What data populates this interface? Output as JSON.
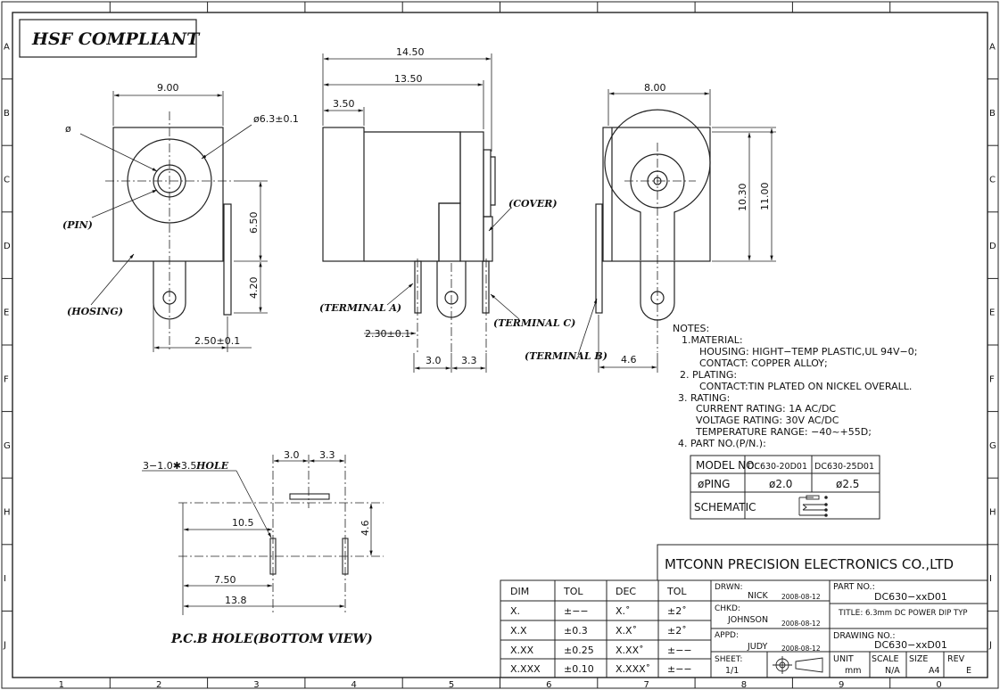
{
  "badge": "HSF COMPLIANT",
  "border": {
    "rows": [
      "A",
      "B",
      "C",
      "D",
      "E",
      "F",
      "G",
      "H",
      "I",
      "J"
    ],
    "cols": [
      "1",
      "2",
      "3",
      "4",
      "5",
      "6",
      "7",
      "8",
      "9",
      "0"
    ]
  },
  "front": {
    "width": "9.00",
    "phi": "ø",
    "diameter": "ø6.3±0.1",
    "pin": "(PIN)",
    "housing": "(HOSING)",
    "h1": "6.50",
    "h2": "4.20",
    "pitch": "2.50±0.1"
  },
  "side": {
    "w1": "14.50",
    "w2": "13.50",
    "w3": "3.50",
    "cover": "(COVER)",
    "termA": "(TERMINAL A)",
    "termC": "(TERMINAL C)",
    "offset": "2.30±0.1",
    "d1": "3.0",
    "d2": "3.3"
  },
  "rear": {
    "width": "8.00",
    "h1": "10.30",
    "h2": "11.00",
    "termB": "(TERMINAL B)",
    "d": "4.6"
  },
  "notes": [
    "NOTES:",
    "1.MATERIAL:",
    "HOUSING: HIGHT−TEMP PLASTIC,UL 94V−0;",
    "CONTACT: COPPER ALLOY;",
    "2. PLATING:",
    "CONTACT:TIN PLATED ON NICKEL OVERALL.",
    "3. RATING:",
    "CURRENT RATING: 1A AC/DC",
    "VOLTAGE RATING: 30V AC/DC",
    "TEMPERATURE RANGE: −40~+55D;",
    "4. PART NO.(P/N.):"
  ],
  "model_table": {
    "rows": [
      [
        "MODEL NO:",
        "DC630-20D01",
        "DC630-25D01"
      ],
      [
        "øPING",
        "ø2.0",
        "ø2.5"
      ],
      [
        "SCHEMATIC",
        "",
        ""
      ]
    ]
  },
  "pcb": {
    "hole": "3−1.0✱3.5",
    "hole_word": "HOLE",
    "d30": "3.0",
    "d33": "3.3",
    "d105": "10.5",
    "d46": "4.6",
    "d750": "7.50",
    "d138": "13.8",
    "caption": "P.C.B HOLE(BOTTOM VIEW)"
  },
  "tol_table": {
    "header": [
      "DIM",
      "TOL",
      "DEC",
      "TOL"
    ],
    "rows": [
      [
        "X.",
        "±−−",
        "X.˚",
        "±2˚"
      ],
      [
        "X.X",
        "±0.3",
        "X.X˚",
        "±2˚"
      ],
      [
        "X.XX",
        "±0.25",
        "X.XX˚",
        "±−−"
      ],
      [
        "X.XXX",
        "±0.10",
        "X.XXX˚",
        "±−−"
      ]
    ]
  },
  "title_block": {
    "company": "MTCONN PRECISION ELECTRONICS CO.,LTD",
    "drwn_label": "DRWN:",
    "drwn_name": "NICK",
    "drwn_date": "2008-08-12",
    "chkd_label": "CHKD:",
    "chkd_name": "JOHNSON",
    "chkd_date": "2008-08-12",
    "appd_label": "APPD:",
    "appd_name": "JUDY",
    "appd_date": "2008-08-12",
    "sheet_label": "SHEET:",
    "sheet_value": "1/1",
    "part_label": "PART NO.:",
    "part_value": "DC630−xxD01",
    "title_label": "TITLE:",
    "title_value": "6.3mm DC POWER DIP TYP",
    "drawing_label": "DRAWING NO.:",
    "drawing_value": "DC630−xxD01",
    "unit_label": "UNIT",
    "unit_value": "mm",
    "scale_label": "SCALE",
    "scale_value": "N/A",
    "size_label": "SIZE",
    "size_value": "A4",
    "rev_label": "REV",
    "rev_value": "E"
  }
}
